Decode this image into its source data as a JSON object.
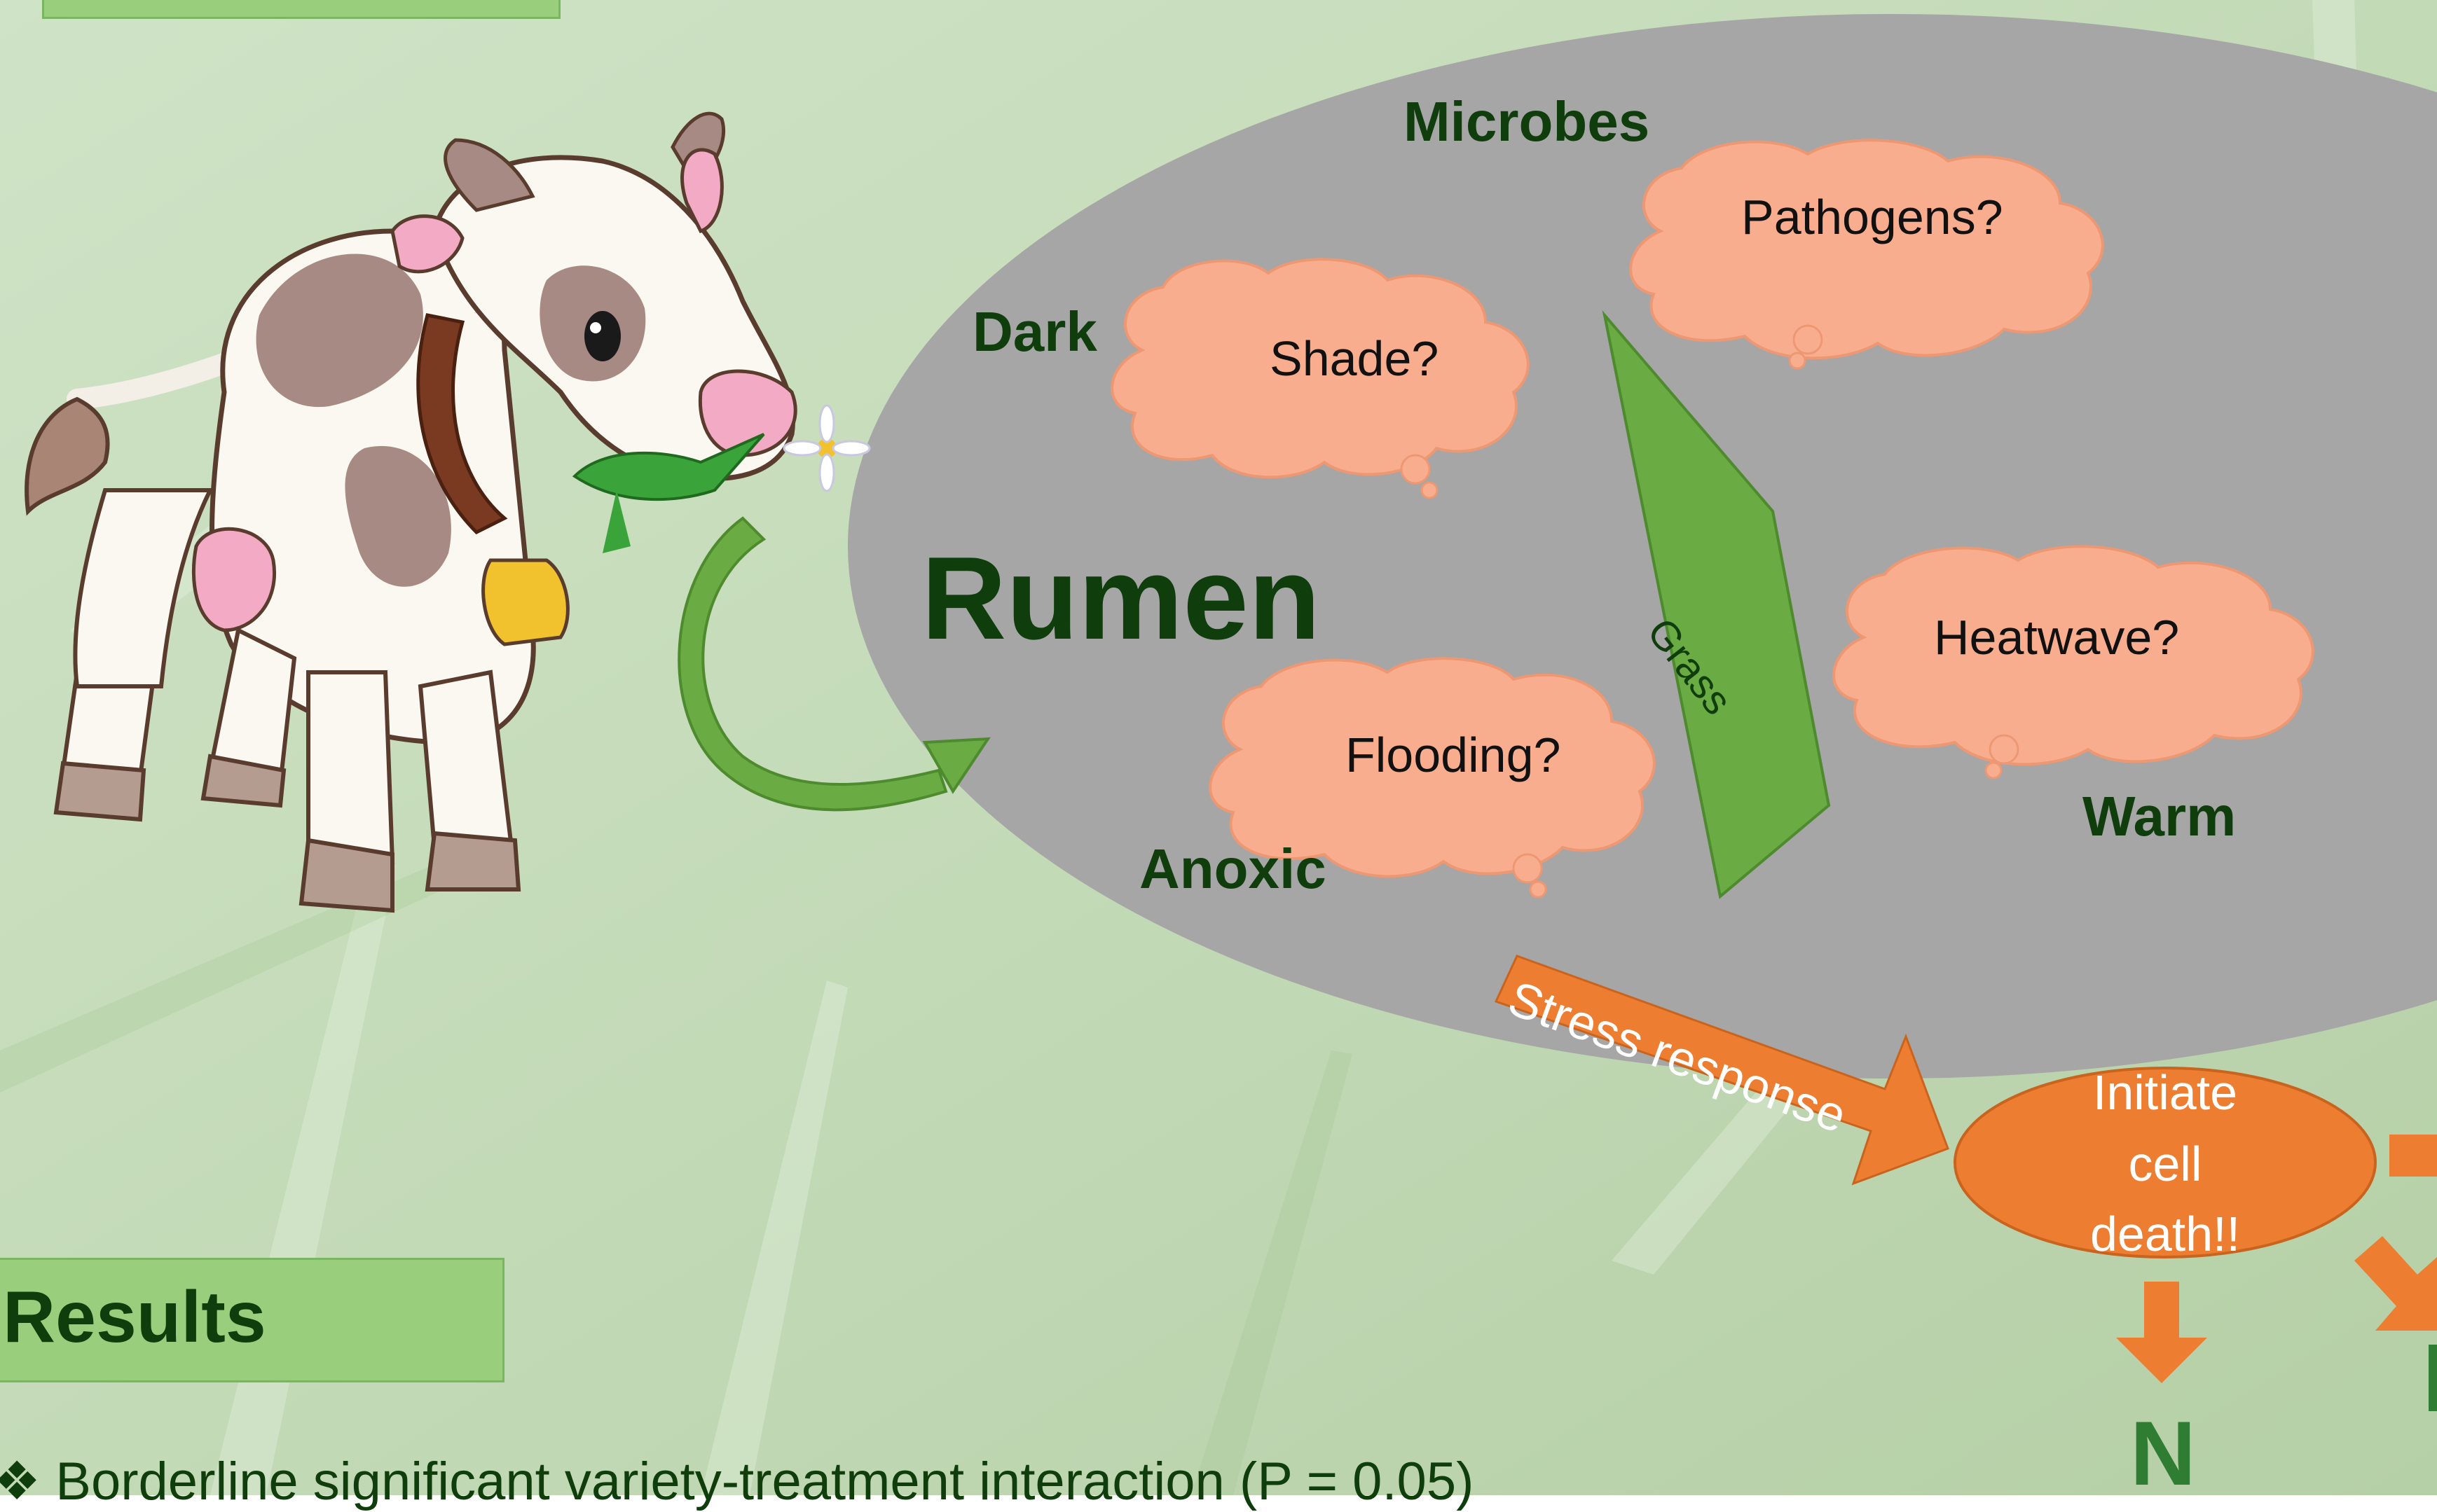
{
  "diagram": {
    "rumen_title": "Rumen",
    "labels": {
      "microbes": "Microbes",
      "dark": "Dark",
      "anoxic": "Anoxic",
      "warm": "Warm"
    },
    "clouds": {
      "pathogens": "Pathogens?",
      "shade": "Shade?",
      "flooding": "Flooding?",
      "heatwave": "Heatwave?"
    },
    "grass_label": "Grass",
    "stress_arrow_label": "Stress response",
    "cell_death": [
      "Initiate",
      "cell",
      "death!!"
    ],
    "partial_n": "N"
  },
  "results": {
    "title": "Results",
    "bullet_symbol": "❖",
    "bullet_text": "Borderline significant variety-treatment interaction (P = 0.05)"
  },
  "colors": {
    "rumen_fill": "#a6a6a6",
    "cloud_fill": "#f8ae8e",
    "cloud_stroke": "#ee9873",
    "grass_fill": "#6aab43",
    "orange": "#ed7d31",
    "dark_green_text": "#0f3d0c",
    "header_box": "#99cf7c"
  },
  "icons": [
    "cow-illustration",
    "curved-arrow-icon",
    "thought-cloud-icon",
    "right-arrow-icon",
    "down-arrow-icon"
  ]
}
